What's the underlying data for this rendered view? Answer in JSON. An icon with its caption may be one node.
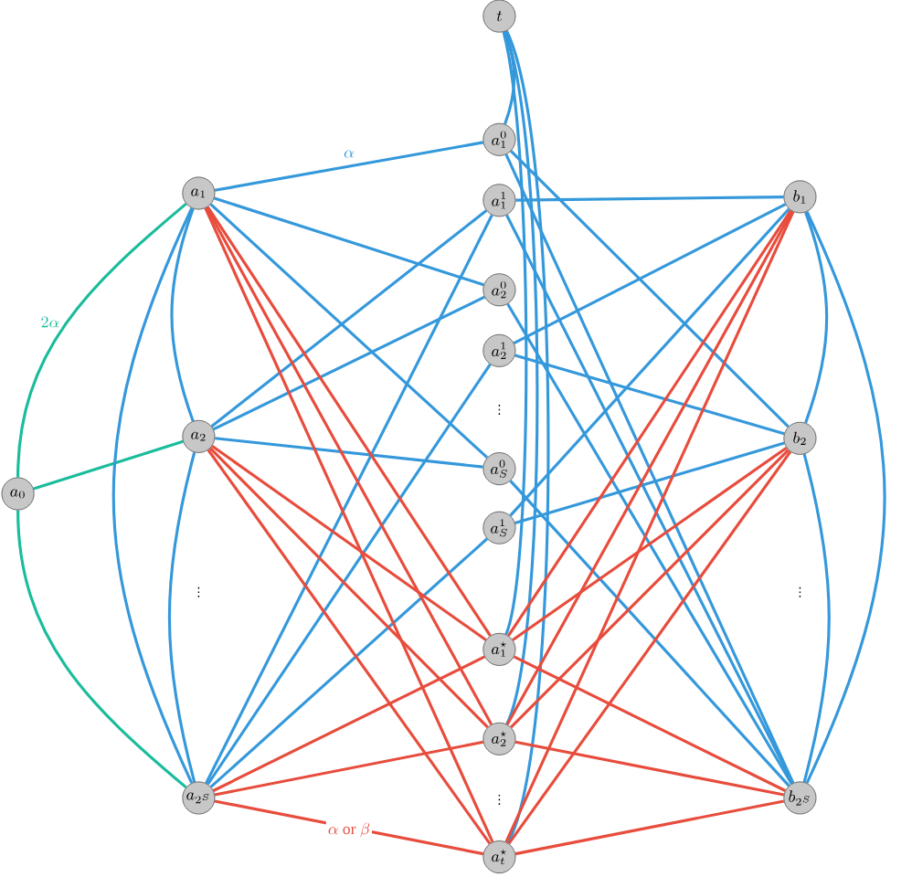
{
  "diagram": {
    "nodes": [
      {
        "text": [
          "t"
        ]
      },
      {
        "text": [
          "a_1^0"
        ]
      },
      {
        "text": [
          "a_1^1"
        ]
      },
      {
        "text": [
          "a_2^0"
        ]
      },
      {
        "text": [
          "a_2^1"
        ]
      },
      {
        "text": [
          "a_S^0"
        ]
      },
      {
        "text": [
          "a_S^1"
        ]
      },
      {
        "text": [
          "a_1^\\star"
        ]
      },
      {
        "text": [
          "a_2^\\star"
        ]
      },
      {
        "text": [
          "a_t^\\star"
        ]
      },
      {
        "text": [
          "a_1"
        ]
      },
      {
        "text": [
          "a_2"
        ]
      },
      {
        "text": [
          "a_{2^S}"
        ]
      },
      {
        "text": [
          "a_0"
        ]
      },
      {
        "text": [
          "b_1"
        ]
      },
      {
        "text": [
          "b_2"
        ]
      },
      {
        "text": [
          "b_{2^S}"
        ]
      }
    ],
    "edges": [
      {
        "from": 13,
        "to": 10,
        "arrow": "none",
        "color": "#1abc9c",
        "label": "2\\alpha"
      },
      {
        "from": 13,
        "to": 11,
        "arrow": "none",
        "color": "#1abc9c"
      },
      {
        "from": 13,
        "to": 12,
        "arrow": "none",
        "color": "#1abc9c"
      },
      {
        "from": 10,
        "to": 11,
        "arrow": "none"
      },
      {
        "from": 10,
        "to": 12,
        "arrow": "none"
      },
      {
        "from": 11,
        "to": 12,
        "arrow": "none"
      },
      {
        "from": 14,
        "to": 15,
        "arrow": "none"
      },
      {
        "from": 14,
        "to": 16,
        "arrow": "none"
      },
      {
        "from": 15,
        "to": 16,
        "arrow": "none"
      },
      {
        "from": 0,
        "to": 1,
        "arrow": "none"
      },
      {
        "from": 0,
        "to": 7,
        "arrow": "none"
      },
      {
        "from": 0,
        "to": 8,
        "arrow": "none"
      },
      {
        "from": 0,
        "to": 9,
        "arrow": "none"
      },
      {
        "from": 10,
        "to": 1,
        "arrow": "none",
        "label": "\\alpha"
      },
      {
        "from": 10,
        "to": 3,
        "arrow": "none"
      },
      {
        "from": 10,
        "to": 5,
        "arrow": "none"
      },
      {
        "from": 11,
        "to": 2,
        "arrow": "none"
      },
      {
        "from": 11,
        "to": 3,
        "arrow": "none"
      },
      {
        "from": 11,
        "to": 5,
        "arrow": "none"
      },
      {
        "from": 12,
        "to": 2,
        "arrow": "none"
      },
      {
        "from": 12,
        "to": 4,
        "arrow": "none"
      },
      {
        "from": 12,
        "to": 6,
        "arrow": "none"
      },
      {
        "from": 1,
        "to": 15,
        "arrow": "none"
      },
      {
        "from": 1,
        "to": 16,
        "arrow": "none"
      },
      {
        "from": 2,
        "to": 14,
        "arrow": "none"
      },
      {
        "from": 2,
        "to": 16,
        "arrow": "none"
      },
      {
        "from": 3,
        "to": 16,
        "arrow": "none"
      },
      {
        "from": 4,
        "to": 14,
        "arrow": "none"
      },
      {
        "from": 4,
        "to": 15,
        "arrow": "none"
      },
      {
        "from": 5,
        "to": 16,
        "arrow": "none"
      },
      {
        "from": 6,
        "to": 15,
        "arrow": "none"
      },
      {
        "from": 14,
        "to": 6,
        "arrow": "none"
      },
      {
        "from": 10,
        "to": 7,
        "arrow": "none",
        "color": "#e74c3c"
      },
      {
        "from": 10,
        "to": 8,
        "arrow": "none",
        "color": "#e74c3c"
      },
      {
        "from": 10,
        "to": 9,
        "arrow": "none",
        "color": "#e74c3c"
      },
      {
        "from": 11,
        "to": 7,
        "arrow": "none",
        "color": "#e74c3c"
      },
      {
        "from": 11,
        "to": 8,
        "arrow": "none",
        "color": "#e74c3c"
      },
      {
        "from": 11,
        "to": 9,
        "arrow": "none",
        "color": "#e74c3c"
      },
      {
        "from": 12,
        "to": 7,
        "arrow": "none",
        "color": "#e74c3c"
      },
      {
        "from": 12,
        "to": 8,
        "arrow": "none",
        "color": "#e74c3c"
      },
      {
        "from": 12,
        "to": 9,
        "arrow": "none",
        "color": "#e74c3c",
        "label": "\\alpha \\text{ or } \\beta"
      },
      {
        "from": 14,
        "to": 7,
        "arrow": "none",
        "color": "#e74c3c"
      },
      {
        "from": 14,
        "to": 8,
        "arrow": "none",
        "color": "#e74c3c"
      },
      {
        "from": 14,
        "to": 9,
        "arrow": "none",
        "color": "#e74c3c"
      },
      {
        "from": 15,
        "to": 7,
        "arrow": "none",
        "color": "#e74c3c"
      },
      {
        "from": 15,
        "to": 8,
        "arrow": "none",
        "color": "#e74c3c"
      },
      {
        "from": 15,
        "to": 9,
        "arrow": "none",
        "color": "#e74c3c"
      },
      {
        "from": 16,
        "to": 7,
        "arrow": "none",
        "color": "#e74c3c"
      },
      {
        "from": 16,
        "to": 8,
        "arrow": "none",
        "color": "#e74c3c"
      },
      {
        "from": 16,
        "to": 9,
        "arrow": "none",
        "color": "#e74c3c"
      }
    ],
    "labels": [
      "⋮",
      "⋮",
      "⋮",
      "⋮"
    ]
  }
}
